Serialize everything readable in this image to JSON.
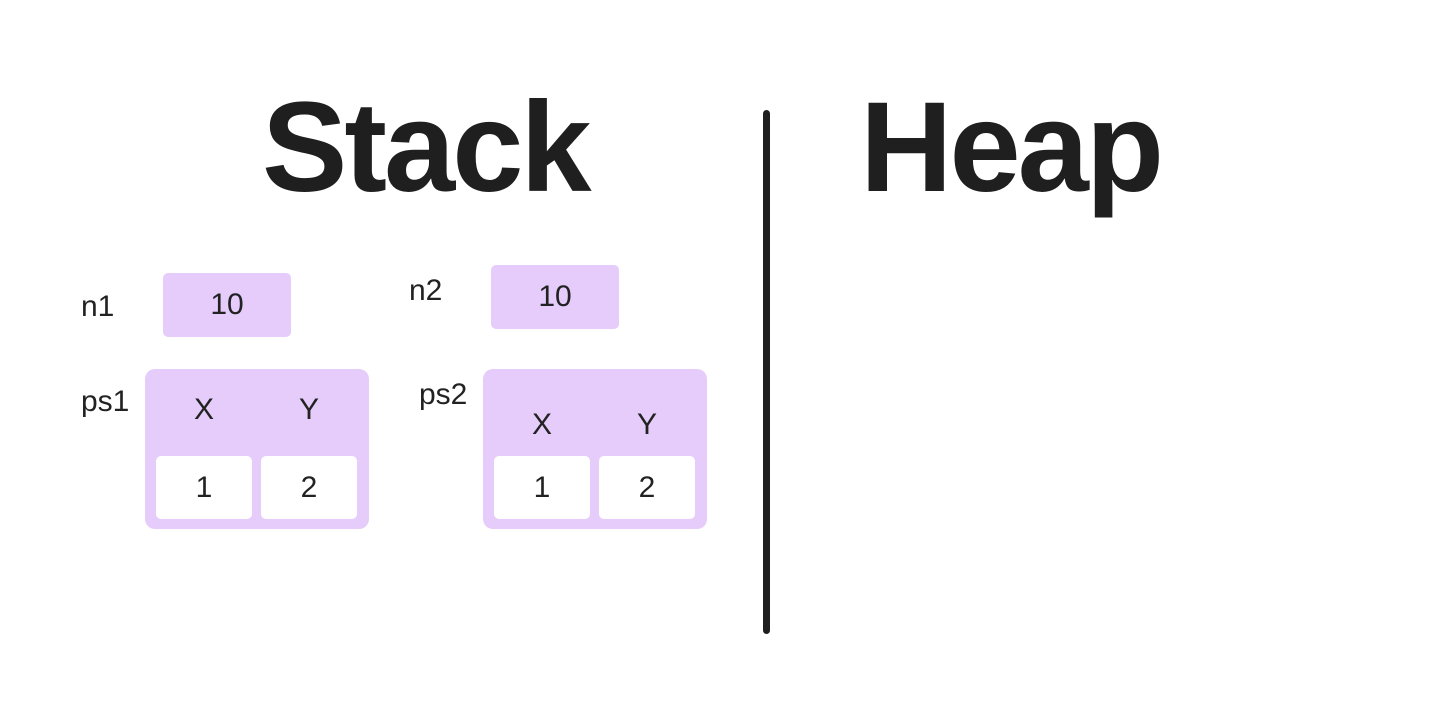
{
  "colors": {
    "accent": "#e5ccfb",
    "divider": "#1f1f1f",
    "text": "#222222"
  },
  "stack": {
    "title": "Stack",
    "n1": {
      "name": "n1",
      "value": "10"
    },
    "n2": {
      "name": "n2",
      "value": "10"
    },
    "ps1": {
      "name": "ps1",
      "fields": [
        {
          "name": "X",
          "value": "1"
        },
        {
          "name": "Y",
          "value": "2"
        }
      ]
    },
    "ps2": {
      "name": "ps2",
      "fields": [
        {
          "name": "X",
          "value": "1"
        },
        {
          "name": "Y",
          "value": "2"
        }
      ]
    }
  },
  "heap": {
    "title": "Heap"
  }
}
